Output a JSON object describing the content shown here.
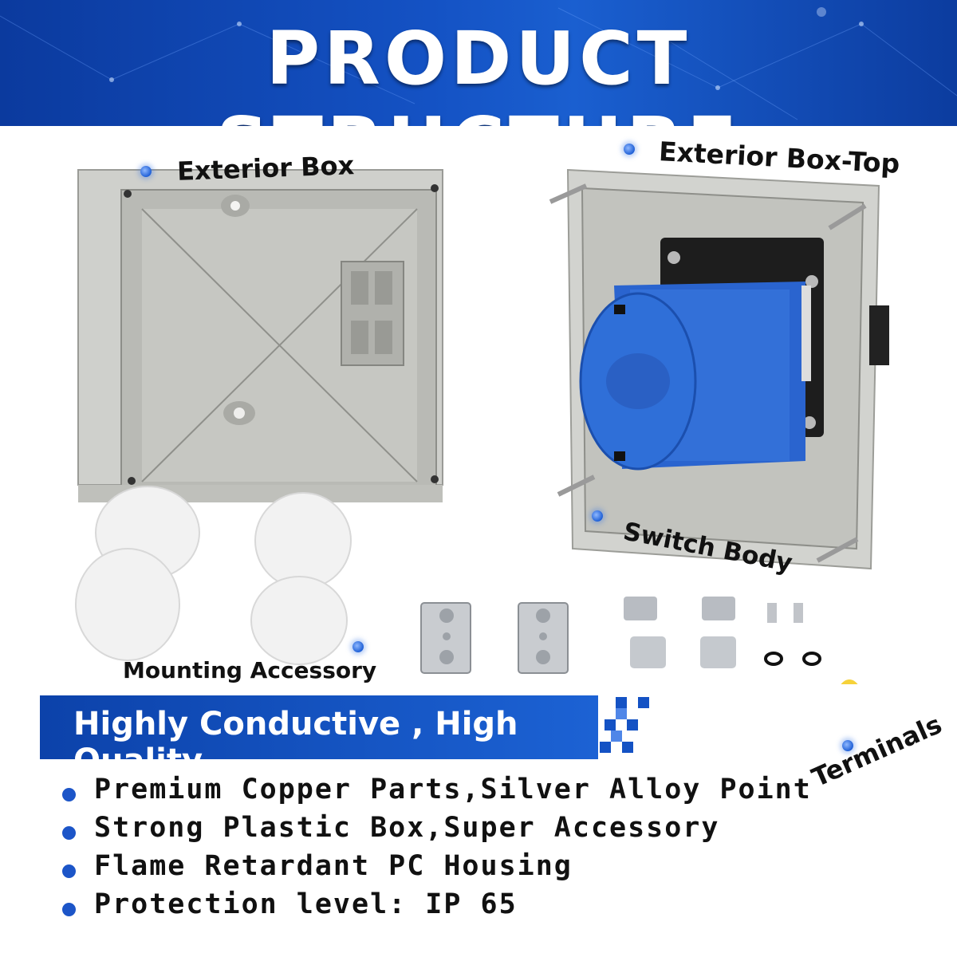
{
  "header": {
    "title": "PRODUCT STRUCTURE"
  },
  "labels": {
    "exterior_box": "Exterior Box",
    "exterior_box_top": "Exterior Box-Top",
    "switch_body": "Switch Body",
    "mounting_accessory": "Mounting Accessory",
    "terminals": "Terminals"
  },
  "banner": {
    "text": "Highly Conductive , High Quality"
  },
  "features": [
    "Premium Copper Parts,Silver Alloy Point",
    "Strong Plastic Box,Super Accessory",
    "Flame Retardant PC Housing",
    "Protection level: IP 65"
  ],
  "colors": {
    "brand_blue": "#1452c4",
    "switch_blue": "#2f6fd8",
    "terminal_yellow": "#f2c11c"
  }
}
